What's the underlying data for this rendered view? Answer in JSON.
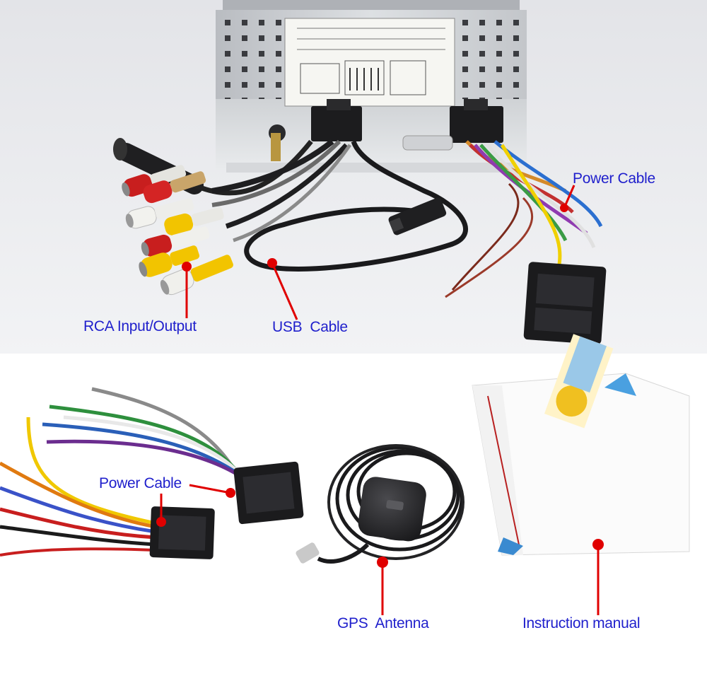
{
  "labels": {
    "power_cable_top": "Power Cable",
    "rca": "RCA Input/Output",
    "usb": "USB  Cable",
    "power_cable_bottom": "Power Cable",
    "gps": "GPS  Antenna",
    "manual": "Instruction manual"
  },
  "colors": {
    "label_text": "#1f1fcc",
    "callout": "#e00000",
    "background_top": "#e4e5e8",
    "background_bottom": "#ffffff",
    "chassis": "#cfd2d6",
    "connector": "#1b1b1d",
    "rca_red": "#c81e1e",
    "rca_white": "#f2f2ee",
    "rca_yellow": "#f2c400"
  },
  "icons": {
    "callout_marker": "red-dot-icon"
  }
}
